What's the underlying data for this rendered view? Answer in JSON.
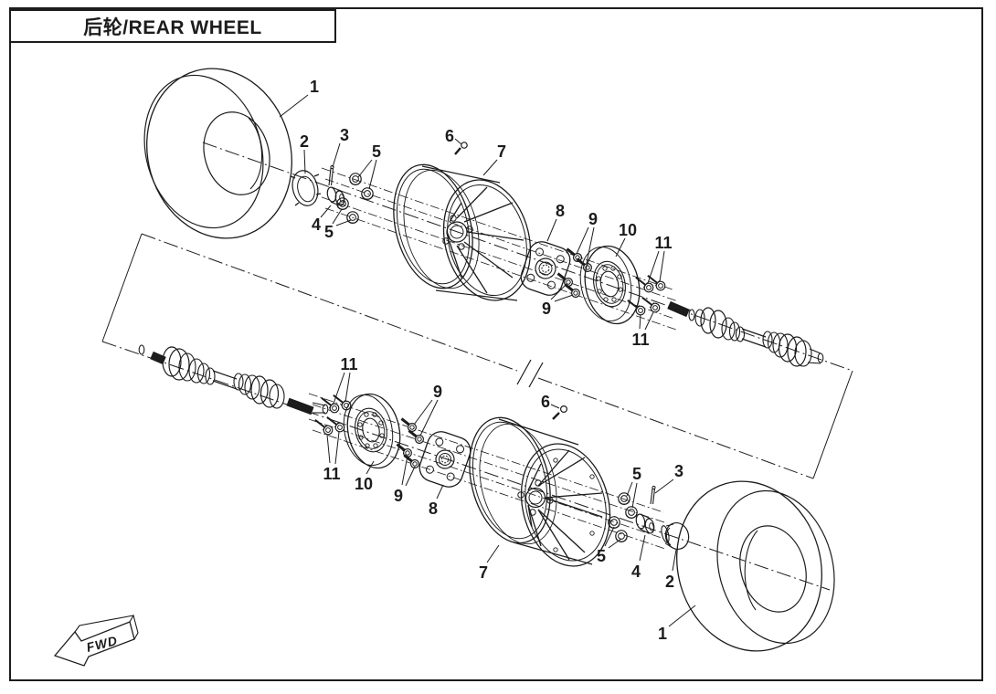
{
  "title": {
    "text": "后轮/REAR WHEEL"
  },
  "fwd_marker": {
    "label": "FWD"
  },
  "colors": {
    "ink": "#1c1c1c",
    "background": "#ffffff"
  },
  "callouts": [
    {
      "n": "1"
    },
    {
      "n": "2"
    },
    {
      "n": "3"
    },
    {
      "n": "4"
    },
    {
      "n": "5"
    },
    {
      "n": "6"
    },
    {
      "n": "7"
    },
    {
      "n": "8"
    },
    {
      "n": "9"
    },
    {
      "n": "10"
    },
    {
      "n": "11"
    }
  ]
}
